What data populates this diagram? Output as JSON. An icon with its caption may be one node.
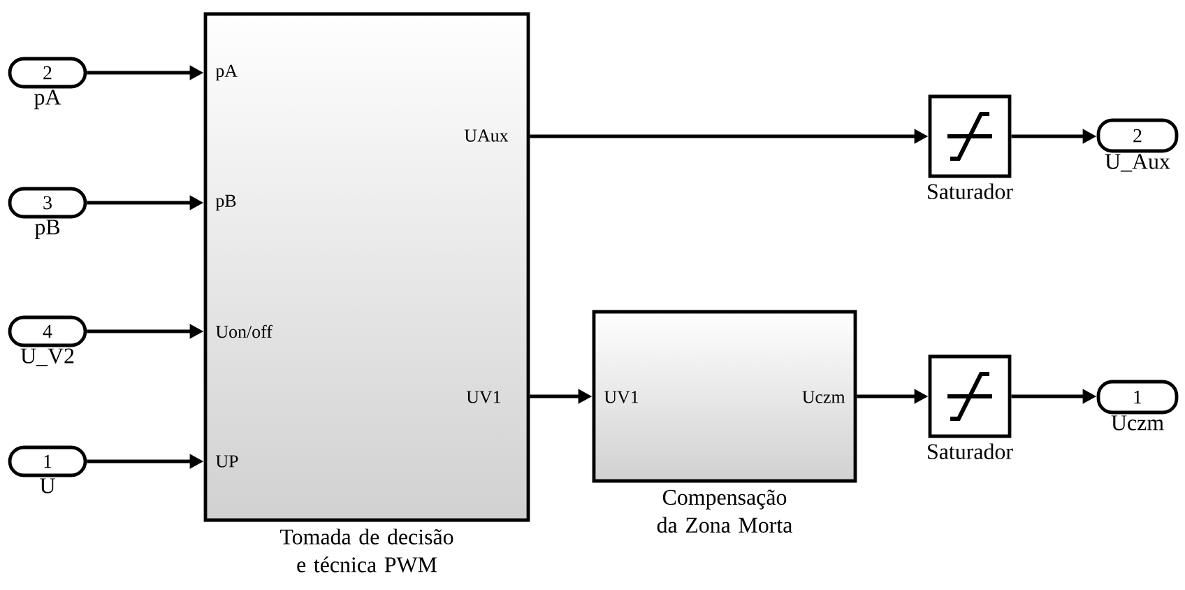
{
  "diagram": {
    "nodes": [
      {
        "text": [
          "2"
        ],
        "beside": [
          "pA"
        ]
      },
      {
        "text": [
          "3"
        ],
        "beside": [
          "pB"
        ]
      },
      {
        "text": [
          "4"
        ],
        "beside": [
          "U_V2"
        ]
      },
      {
        "text": [
          "1"
        ],
        "beside": [
          "U"
        ]
      },
      {
        "text": [
          "pA",
          "pB",
          "Uon/off",
          "UP",
          "UAux",
          "UV1",
          "Tomada de decisão e técnica PWM"
        ]
      },
      {
        "text": [],
        "shape": "box",
        "beside": [
          "Saturador"
        ]
      },
      {
        "text": [
          "2"
        ],
        "beside": [
          "U_Aux"
        ]
      },
      {
        "text": [
          "UV1",
          "Uczm",
          "Compensação da Zona Morta"
        ]
      },
      {
        "text": [],
        "shape": "box",
        "beside": [
          "Saturador"
        ]
      },
      {
        "text": [
          "1"
        ],
        "beside": [
          "Uczm"
        ]
      }
    ],
    "edges": [
      {
        "from": 0,
        "to": 4,
        "arrow": "to"
      },
      {
        "from": 1,
        "to": 4,
        "arrow": "to"
      },
      {
        "from": 2,
        "to": 4,
        "arrow": "to"
      },
      {
        "from": 3,
        "to": 4,
        "arrow": "to"
      },
      {
        "from": 4,
        "to": 5,
        "arrow": "to"
      },
      {
        "from": 5,
        "to": 6,
        "arrow": "to"
      },
      {
        "from": 4,
        "to": 7,
        "arrow": "to"
      },
      {
        "from": 7,
        "to": 8,
        "arrow": "to"
      },
      {
        "from": 8,
        "to": 9,
        "arrow": "to"
      }
    ]
  }
}
